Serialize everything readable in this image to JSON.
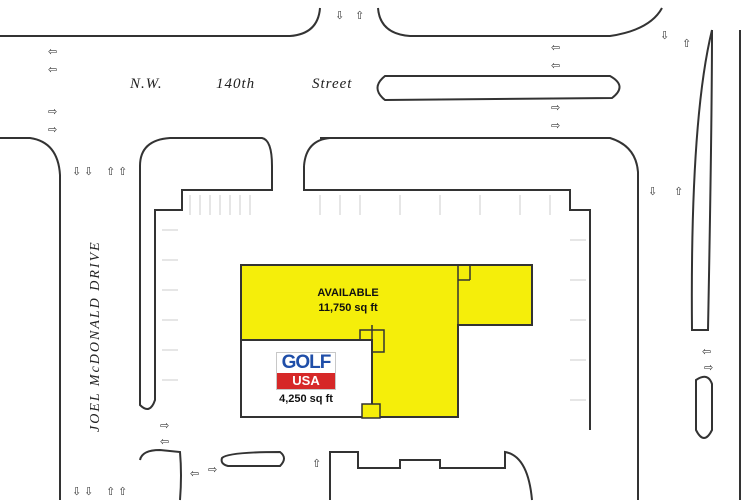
{
  "streets": {
    "north": [
      "N.W.",
      "140th",
      "Street"
    ],
    "west": "JOEL McDONALD DRIVE"
  },
  "suites": {
    "available": {
      "label": "AVAILABLE",
      "area": "11,750 sq ft",
      "color": "#f5ee0a"
    },
    "golf_usa": {
      "area": "4,250 sq ft",
      "logo_text_top": "GOLF",
      "logo_text_bottom": "USA"
    }
  },
  "icons": {
    "arrow_left": "left-arrow-icon",
    "arrow_right": "right-arrow-icon",
    "arrow_up": "up-arrow-icon",
    "arrow_down": "down-arrow-icon"
  },
  "colors": {
    "line": "#333333",
    "faint": "#cccccc",
    "logo_blue": "#1f4ea8",
    "logo_red": "#d62828"
  }
}
